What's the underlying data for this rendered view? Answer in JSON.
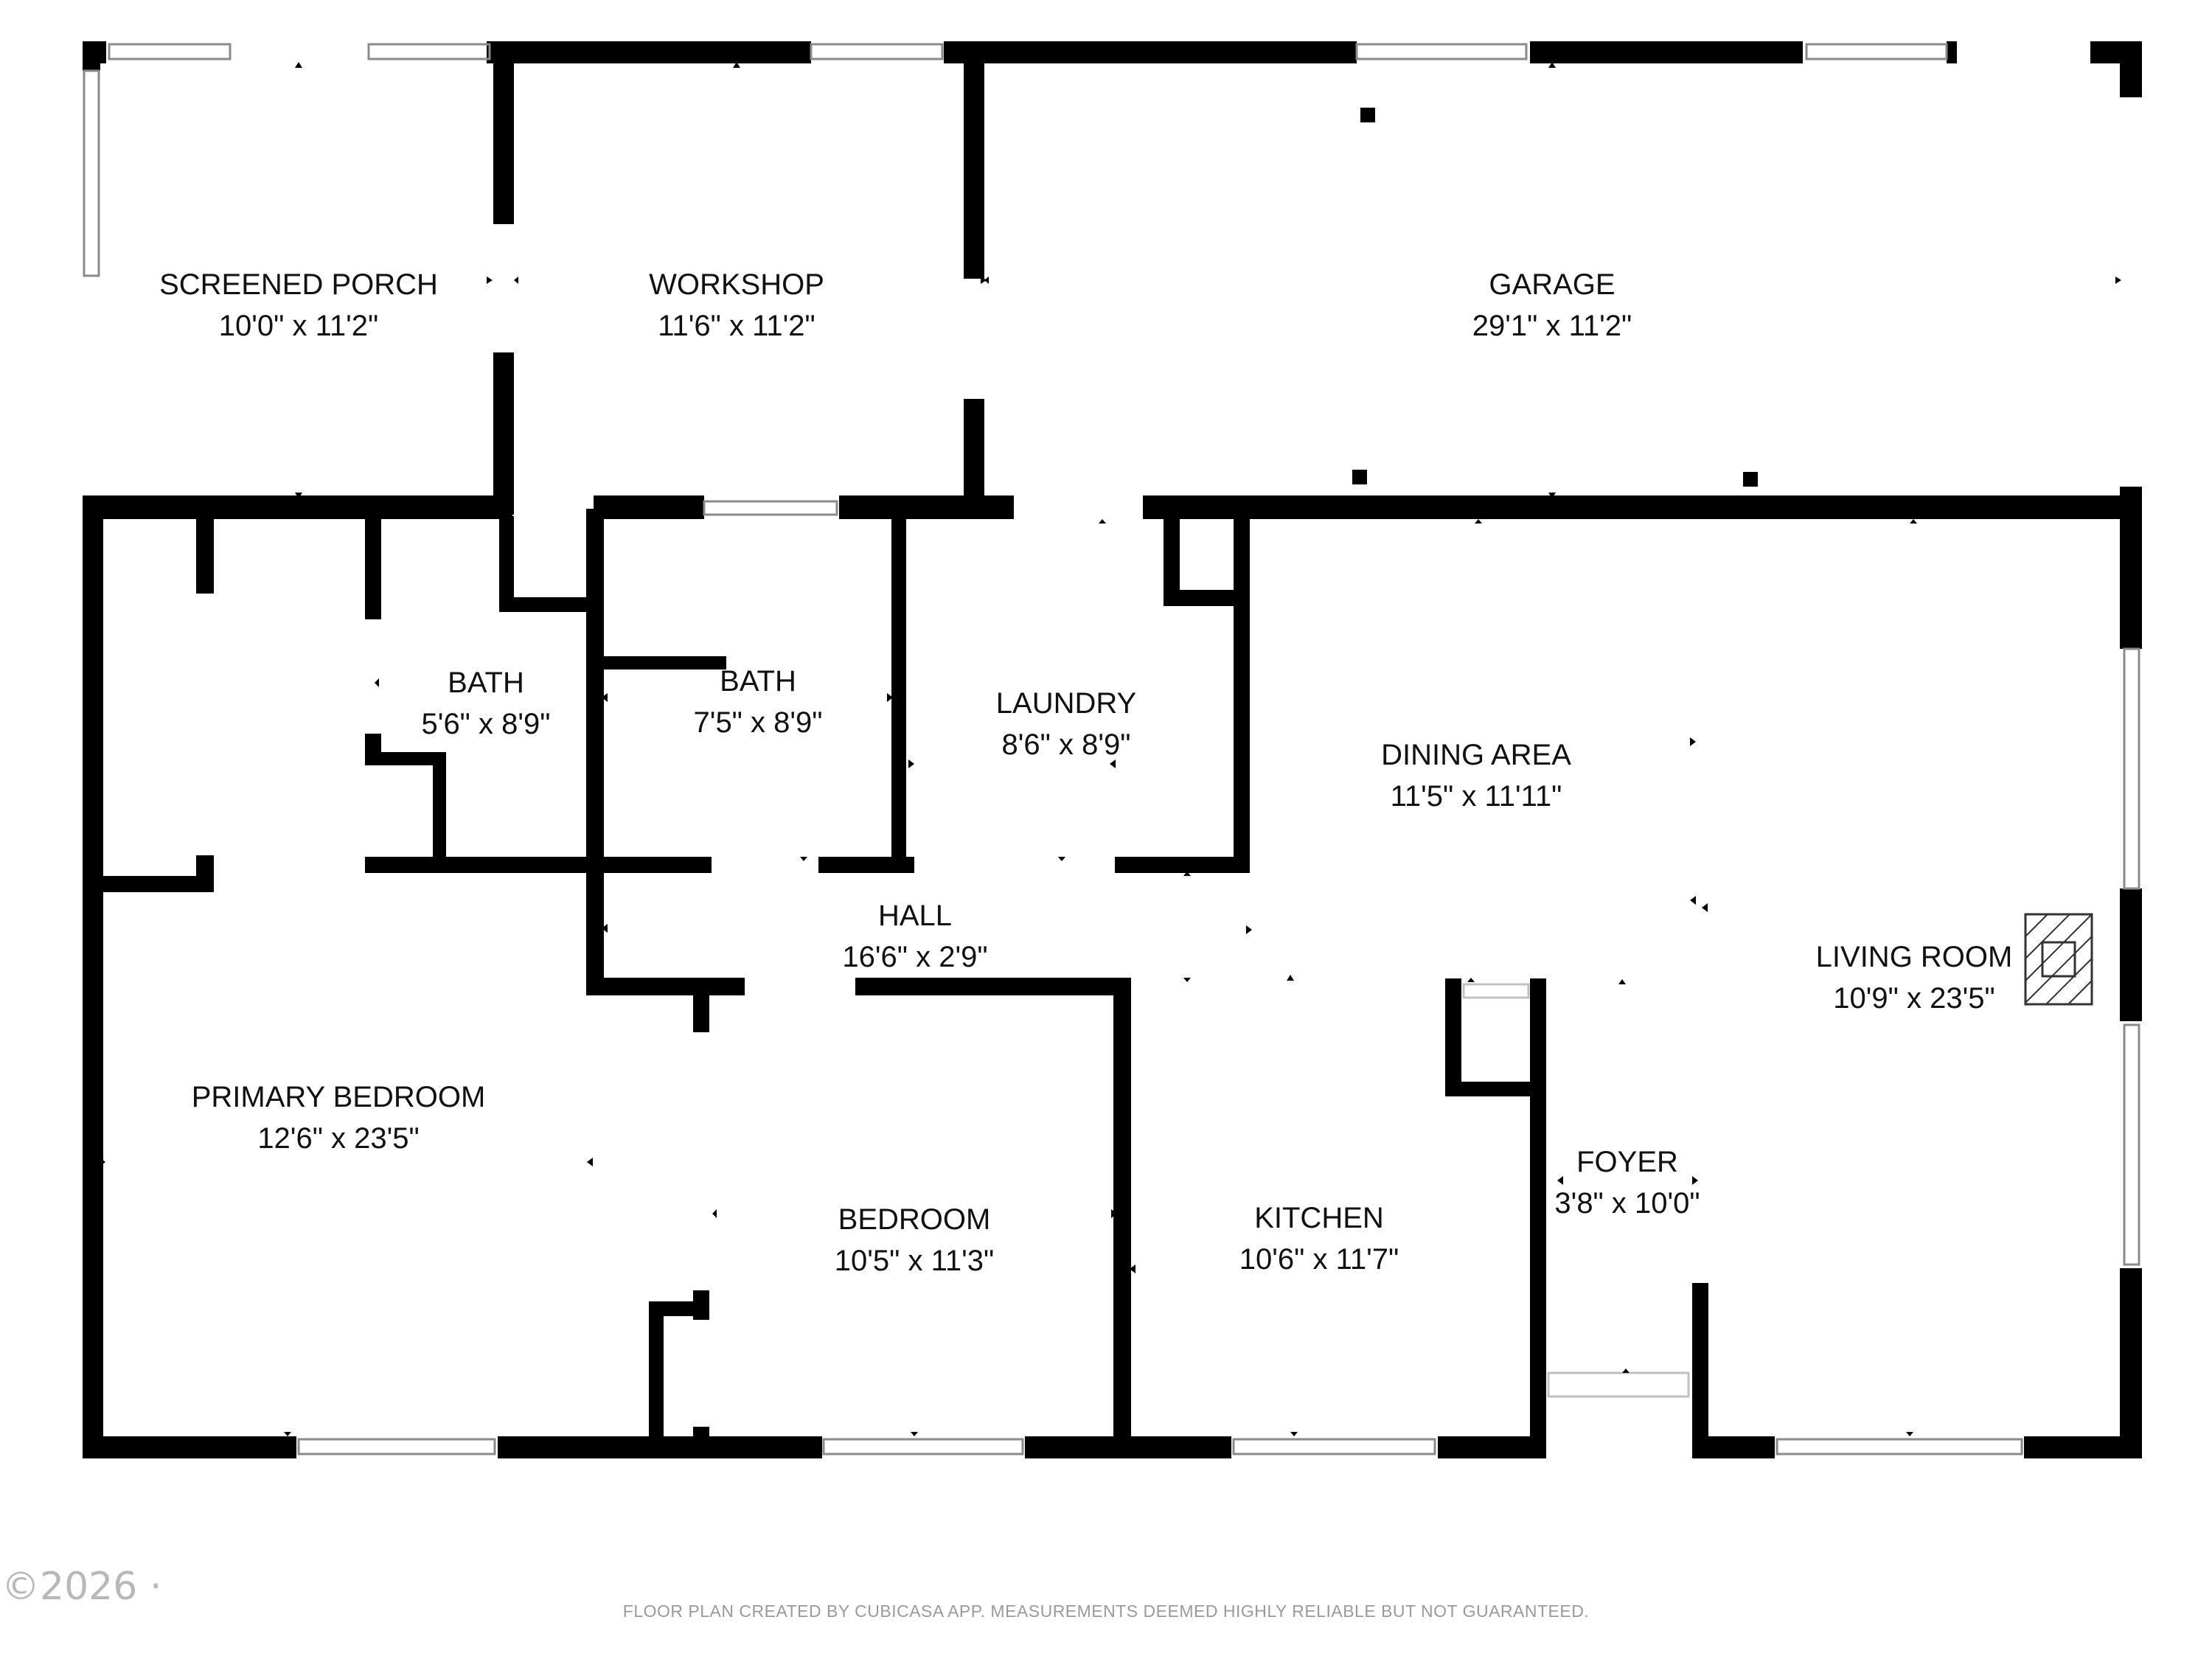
{
  "rooms": [
    {
      "name": "SCREENED PORCH",
      "dims": "10'0\" x 11'2\""
    },
    {
      "name": "WORKSHOP",
      "dims": "11'6\" x 11'2\""
    },
    {
      "name": "GARAGE",
      "dims": "29'1\" x 11'2\""
    },
    {
      "name": "BATH",
      "dims": "5'6\" x 8'9\""
    },
    {
      "name": "BATH",
      "dims": "7'5\" x 8'9\""
    },
    {
      "name": "LAUNDRY",
      "dims": "8'6\" x 8'9\""
    },
    {
      "name": "DINING AREA",
      "dims": "11'5\" x 11'11\""
    },
    {
      "name": "HALL",
      "dims": "16'6\" x 2'9\""
    },
    {
      "name": "LIVING ROOM",
      "dims": "10'9\" x 23'5\""
    },
    {
      "name": "PRIMARY BEDROOM",
      "dims": "12'6\" x 23'5\""
    },
    {
      "name": "BEDROOM",
      "dims": "10'5\" x 11'3\""
    },
    {
      "name": "KITCHEN",
      "dims": "10'6\" x 11'7\""
    },
    {
      "name": "FOYER",
      "dims": "3'8\" x 10'0\""
    }
  ],
  "footer": {
    "disclaimer": "FLOOR PLAN CREATED BY CUBICASA APP. MEASUREMENTS DEEMED HIGHLY RELIABLE BUT NOT GUARANTEED.",
    "copyright": "©2026 ·"
  },
  "colors": {
    "wall": "#000000",
    "window": "#8a8a8a",
    "text": "#111111",
    "footer": "#9a9a9a"
  }
}
